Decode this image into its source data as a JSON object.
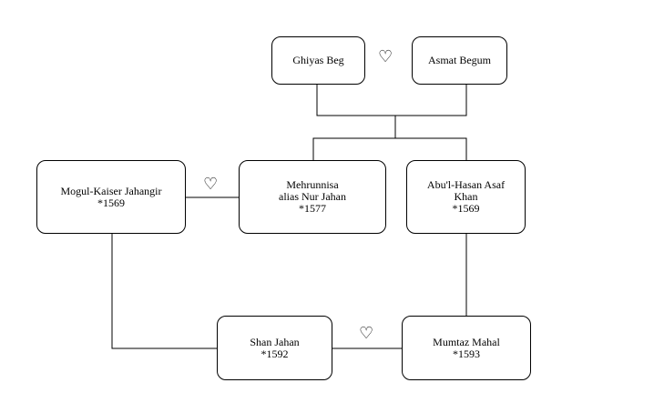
{
  "people": {
    "ghiyas_beg": {
      "lines": [
        "Ghiyas Beg"
      ]
    },
    "asmat_begum": {
      "lines": [
        "Asmat Begum"
      ]
    },
    "jahangir": {
      "lines": [
        "Mogul-Kaiser Jahangir",
        "*1569"
      ]
    },
    "mehrunnisa": {
      "lines": [
        "Mehrunnisa",
        "alias Nur Jahan",
        "*1577"
      ]
    },
    "abul_hasan": {
      "lines": [
        "Abu'l-Hasan Asaf",
        "Khan",
        "*1569"
      ]
    },
    "shah_jahan": {
      "lines": [
        "Shan Jahan",
        "*1592"
      ]
    },
    "mumtaz_mahal": {
      "lines": [
        "Mumtaz Mahal",
        "*1593"
      ]
    }
  },
  "marriage_symbol": "♡",
  "colors": {
    "line": "#000000",
    "box_border": "#000000",
    "background": "#ffffff"
  }
}
